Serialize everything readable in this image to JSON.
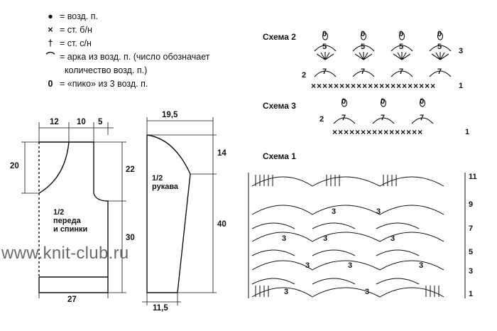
{
  "legend": [
    {
      "icon": "chain-dot-icon",
      "text": "= возд. п."
    },
    {
      "icon": "single-crochet-x-icon",
      "text": "= ст. б/н"
    },
    {
      "icon": "double-crochet-icon",
      "text": "= ст. с/н"
    },
    {
      "icon": "chain-arch-icon",
      "text": "= арка из возд. п. (число обозначает\n  количество возд. п.)"
    },
    {
      "icon": "picot-icon",
      "text": "= «пико» из 3 возд. п."
    }
  ],
  "schemes": {
    "scheme2": {
      "title": "Схема 2",
      "row1": "1",
      "row2": "2",
      "row3": "3",
      "picot_count": "0",
      "arch_top": "5",
      "arch_bottom": "7"
    },
    "scheme3": {
      "title": "Схема 3",
      "row1": "1",
      "row2": "2",
      "picot_count": "0",
      "arch": "7"
    },
    "scheme1": {
      "title": "Схема 1",
      "rows": [
        "11",
        "9",
        "7",
        "5",
        "3",
        "1"
      ],
      "arch": "3"
    }
  },
  "body_pattern": {
    "label_line1": "1/2",
    "label_line2": "переда",
    "label_line3": "и спинки",
    "dims": {
      "top_left": "12",
      "top_mid": "10",
      "top_right": "5",
      "left": "20",
      "right_top": "22",
      "right_bottom": "30",
      "bottom": "27"
    }
  },
  "sleeve_pattern": {
    "label_line1": "1/2",
    "label_line2": "рукава",
    "dims": {
      "top": "19,5",
      "right_top": "14",
      "right_bottom": "40",
      "bottom": "11,5"
    }
  },
  "watermark": "www.knit-club.ru"
}
